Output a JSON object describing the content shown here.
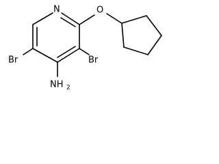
{
  "molecule": {
    "atoms": {
      "ring_nitrogen": "N",
      "ether_oxygen": "O",
      "bromine_left": "Br",
      "bromine_right": "Br",
      "amine_main": "NH",
      "amine_subscript": "2"
    }
  }
}
